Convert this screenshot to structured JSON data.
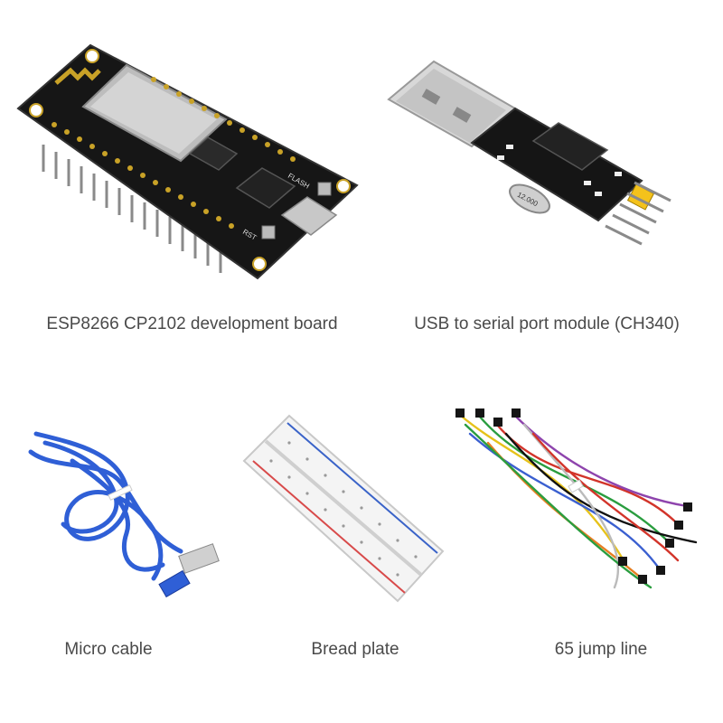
{
  "products": {
    "esp8266": {
      "caption": "ESP8266 CP2102 development board",
      "chip_label": "FLASH",
      "rst_label": "RST"
    },
    "ch340": {
      "caption": "USB to serial port module (CH340)",
      "crystal_label": "12.000"
    },
    "cable": {
      "caption": "Micro cable"
    },
    "breadboard": {
      "caption": "Bread plate"
    },
    "jumpers": {
      "caption": "65 jump line"
    }
  },
  "colors": {
    "pcb": "#1a1a1a",
    "gold": "#c9a227",
    "cable_blue": "#2f5fd6",
    "breadboard_red": "#d84a4a",
    "breadboard_blue": "#3a63c8"
  }
}
